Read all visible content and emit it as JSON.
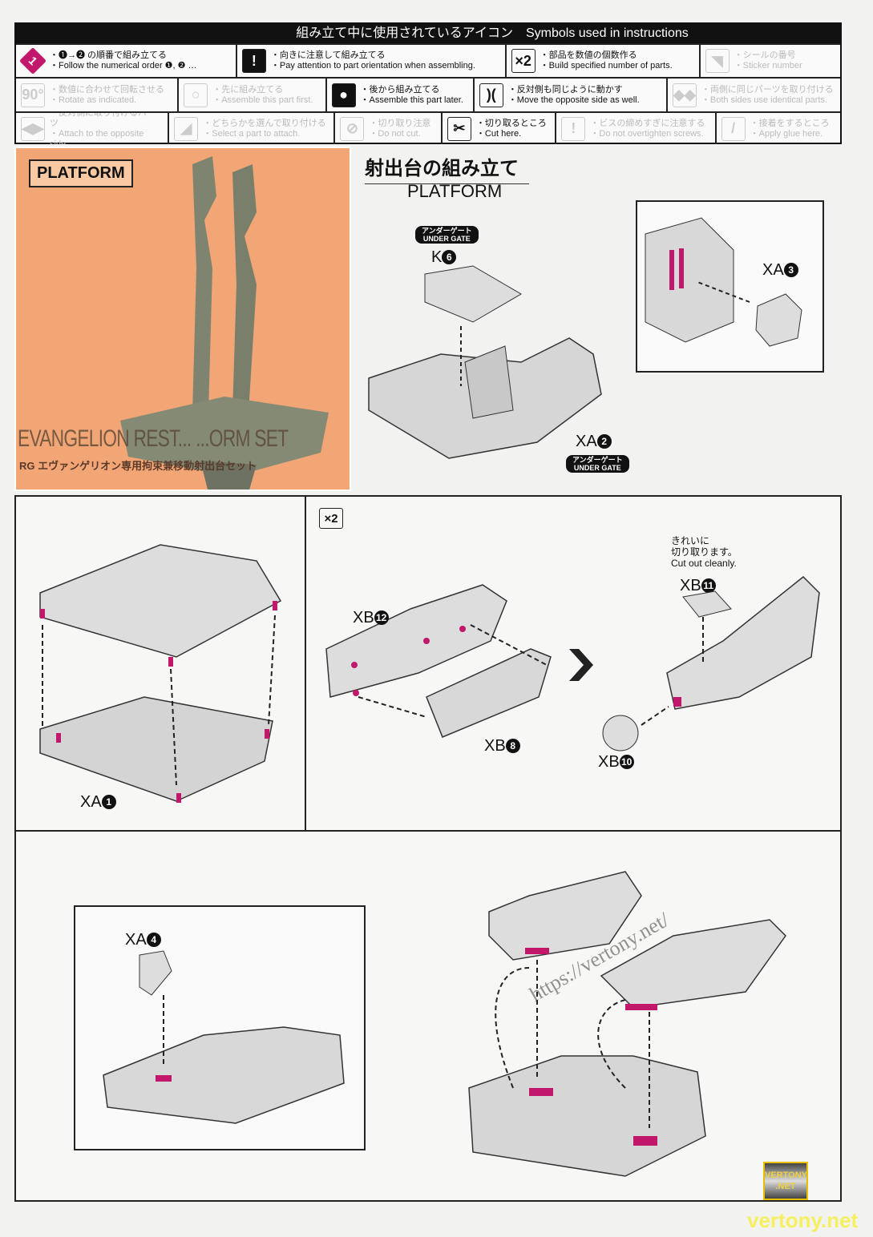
{
  "legend": {
    "title_ja": "組み立て中に使用されているアイコン",
    "title_en": "Symbols used in instructions",
    "rows": [
      [
        {
          "icon": "step-number-icon",
          "glyph": "1",
          "ja": "・❶→❷ の順番で組み立てる",
          "en": "・Follow the numerical order ❶, ❷ …",
          "dim": false
        },
        {
          "icon": "exclamation-icon",
          "glyph": "!",
          "ja": "・向きに注意して組み立てる",
          "en": "・Pay attention to part orientation when assembling.",
          "dim": false
        },
        {
          "icon": "times-two-icon",
          "glyph": "×2",
          "ja": "・部品を数値の個数作る",
          "en": "・Build specified number of parts.",
          "dim": false
        },
        {
          "icon": "sticker-icon",
          "glyph": "◥",
          "ja": "・シールの番号",
          "en": "・Sticker number",
          "dim": true
        }
      ],
      [
        {
          "icon": "rotate-icon",
          "glyph": "90°",
          "ja": "・数値に合わせて回転させる",
          "en": "・Rotate as indicated.",
          "dim": true
        },
        {
          "icon": "assemble-first-icon",
          "glyph": "○",
          "ja": "・先に組み立てる",
          "en": "・Assemble this part first.",
          "dim": true
        },
        {
          "icon": "assemble-later-icon",
          "glyph": "●",
          "ja": "・後から組み立てる",
          "en": "・Assemble this part later.",
          "dim": false
        },
        {
          "icon": "move-opposite-icon",
          "glyph": ")(",
          "ja": "・反対側も同じように動かす",
          "en": "・Move the opposite side as well.",
          "dim": false
        },
        {
          "icon": "both-sides-icon",
          "glyph": "◆◆",
          "ja": "・両側に同じパーツを取り付ける",
          "en": "・Both sides use identical parts.",
          "dim": true
        }
      ],
      [
        {
          "icon": "opposite-side-icon",
          "glyph": "◀▶",
          "ja": "・反対側に取り付けるパーツ",
          "en": "・Attach to the opposite side.",
          "dim": true
        },
        {
          "icon": "select-part-icon",
          "glyph": "◢",
          "ja": "・どちらかを選んで取り付ける",
          "en": "・Select a part to attach.",
          "dim": true
        },
        {
          "icon": "do-not-cut-icon",
          "glyph": "⊘",
          "ja": "・切り取り注意",
          "en": "・Do not cut.",
          "dim": true
        },
        {
          "icon": "nipper-icon",
          "glyph": "✂",
          "ja": "・切り取るところ",
          "en": "・Cut here.",
          "dim": false
        },
        {
          "icon": "screw-icon",
          "glyph": "!",
          "ja": "・ビスの締めすぎに注意する",
          "en": "・Do not overtighten screws.",
          "dim": true
        },
        {
          "icon": "glue-icon",
          "glyph": "/",
          "ja": "・接着をするところ",
          "en": "・Apply glue here.",
          "dim": true
        }
      ]
    ]
  },
  "photo": {
    "label": "PLATFORM",
    "title": "EVANGELION REST... ...ORM SET",
    "subtitle": "RG エヴァンゲリオン専用拘束兼移動射出台セット"
  },
  "section1": {
    "title_ja": "射出台の組み立て",
    "title_en": "PLATFORM",
    "gate_ja": "アンダーゲート",
    "gate_en": "UNDER GATE",
    "parts": {
      "k": "K",
      "k_num": "6",
      "xa2": "XA",
      "xa2_num": "2",
      "xa3": "XA",
      "xa3_num": "3"
    }
  },
  "section2": {
    "xa1": "XA",
    "xa1_num": "1",
    "x2": "×2",
    "xb12": "XB",
    "xb12_num": "12",
    "xb8": "XB",
    "xb8_num": "8",
    "xb11": "XB",
    "xb11_num": "11",
    "xb10": "XB",
    "xb10_num": "10",
    "note_ja1": "きれいに",
    "note_ja2": "切り取ります。",
    "note_en": "Cut out cleanly."
  },
  "section3": {
    "xa4": "XA",
    "xa4_num": "4"
  },
  "watermark": {
    "url": "https://vertony.net/",
    "badge": "VERTONY .NET",
    "footer": "vertony.net"
  }
}
